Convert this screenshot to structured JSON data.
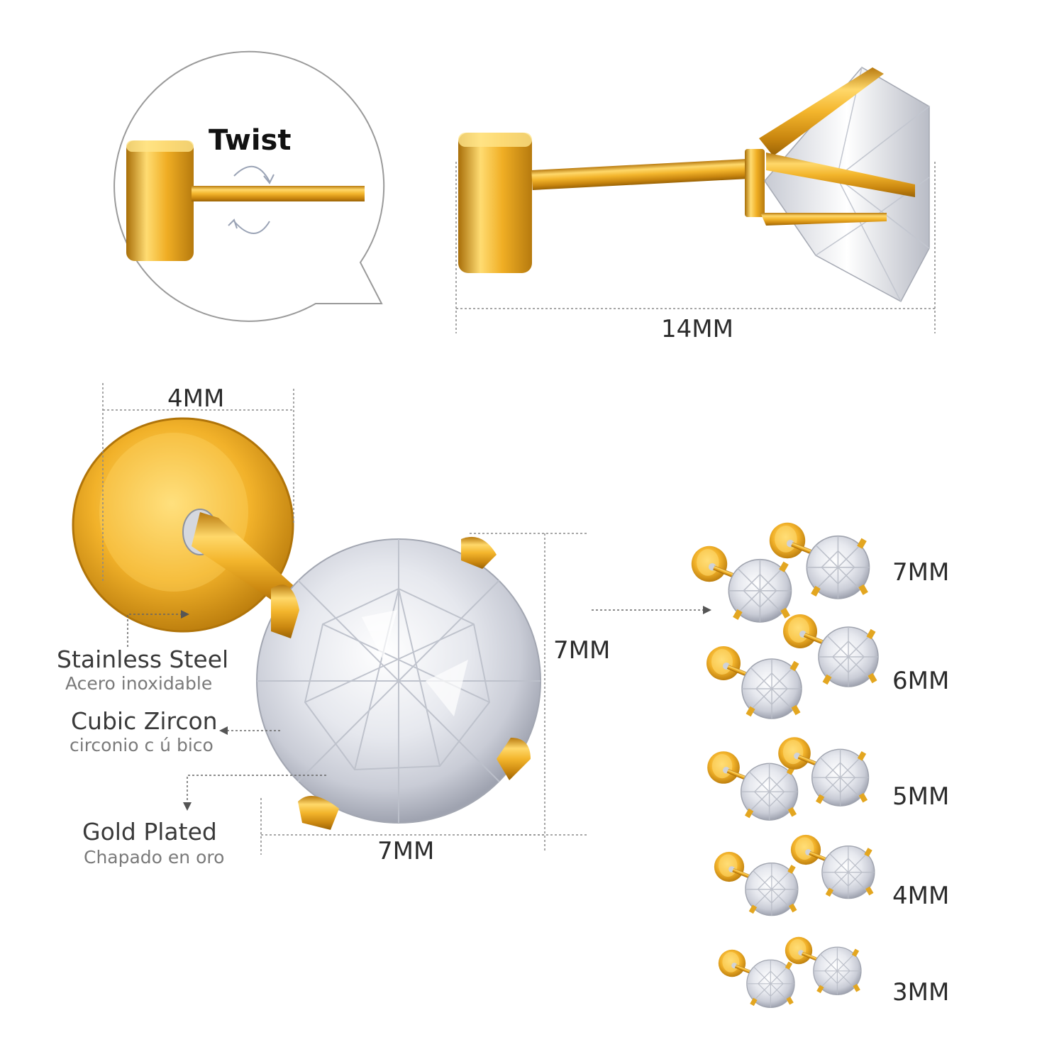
{
  "colors": {
    "gold": "#e8a922",
    "gold_light": "#ffe07a",
    "gold_dark": "#a66d07",
    "crystal": "#eef0f4",
    "dim_line": "#8a8a8a",
    "text_dark": "#2b2b2b",
    "text_muted": "#7a7a7a"
  },
  "top": {
    "twist_label": "Twist",
    "length_label": "14MM"
  },
  "main": {
    "head_diameter_label": "4MM",
    "stone_height_label": "7MM",
    "stone_width_label": "7MM"
  },
  "materials": [
    {
      "en": "Stainless Steel",
      "es": "Acero inoxidable"
    },
    {
      "en": "Cubic Zircon",
      "es": "circonio c ú bico"
    },
    {
      "en": "Gold Plated",
      "es": "Chapado en oro"
    }
  ],
  "sizes": [
    {
      "label": "7MM",
      "stone_mm": 7
    },
    {
      "label": "6MM",
      "stone_mm": 6
    },
    {
      "label": "5MM",
      "stone_mm": 5
    },
    {
      "label": "4MM",
      "stone_mm": 4
    },
    {
      "label": "3MM",
      "stone_mm": 3
    }
  ]
}
